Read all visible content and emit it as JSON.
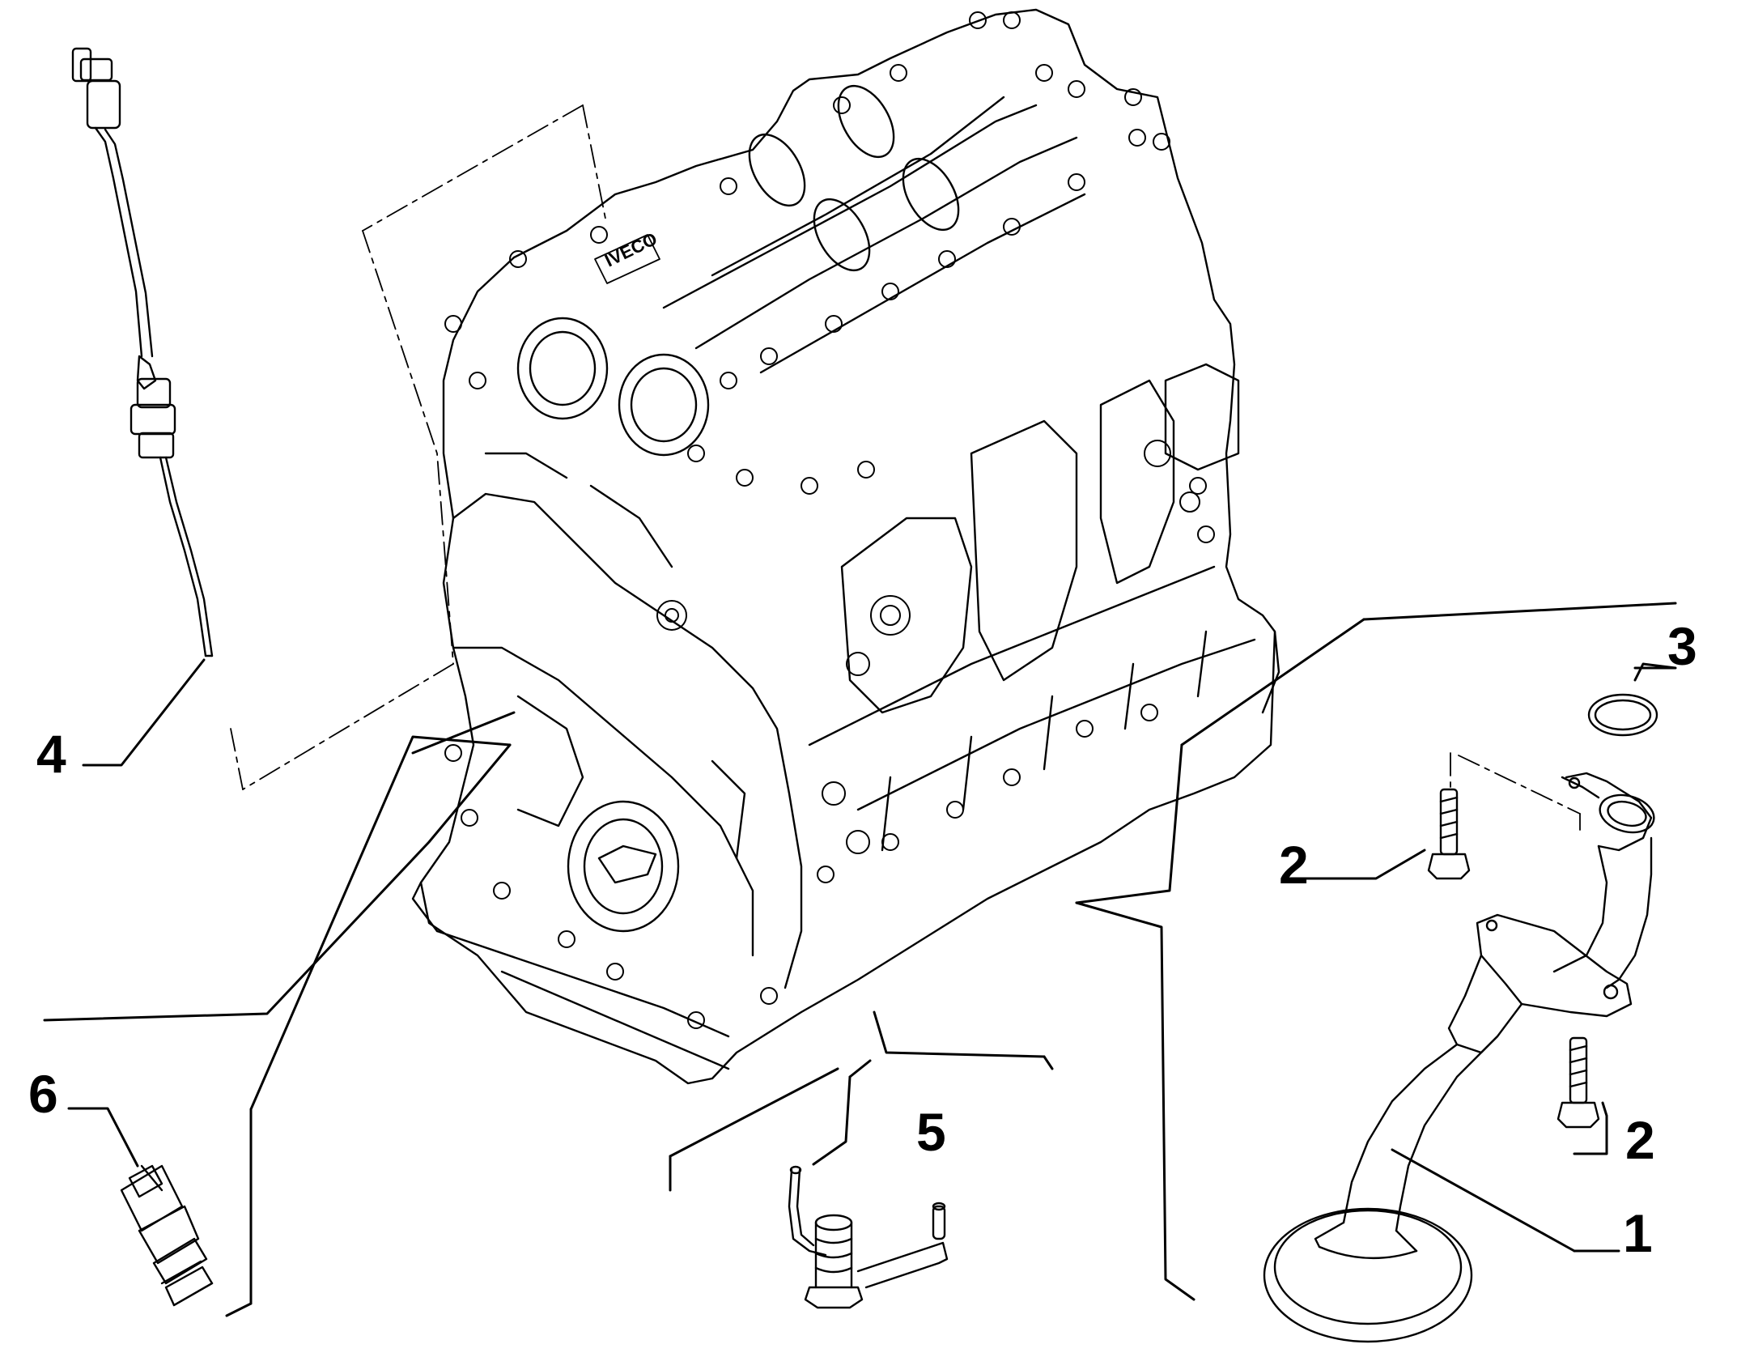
{
  "diagram": {
    "engine_stamp": "IVECO",
    "callouts": [
      {
        "id": "1",
        "label": "1"
      },
      {
        "id": "2a",
        "label": "2"
      },
      {
        "id": "2b",
        "label": "2"
      },
      {
        "id": "3",
        "label": "3"
      },
      {
        "id": "4",
        "label": "4"
      },
      {
        "id": "5",
        "label": "5"
      },
      {
        "id": "6",
        "label": "6"
      }
    ]
  }
}
